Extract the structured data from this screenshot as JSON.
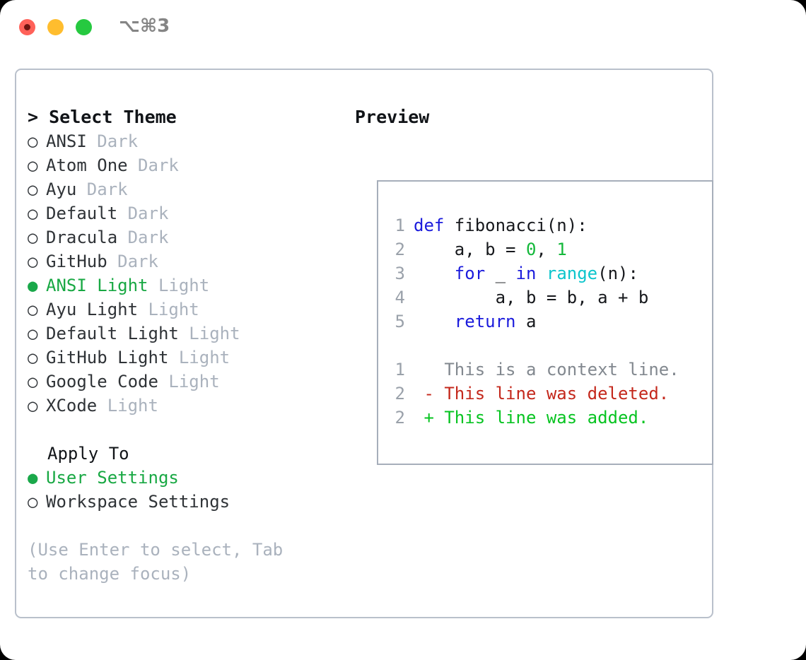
{
  "window": {
    "title": "⌥⌘3",
    "traffic_lights": [
      {
        "name": "close",
        "color": "#ff6159"
      },
      {
        "name": "minimize",
        "color": "#ffbd2e"
      },
      {
        "name": "zoom",
        "color": "#26c940"
      }
    ]
  },
  "theme_picker": {
    "header": "> Select Theme",
    "items": [
      {
        "marker": "○",
        "name": "ANSI",
        "suffix": "Dark",
        "selected": false
      },
      {
        "marker": "○",
        "name": "Atom One",
        "suffix": "Dark",
        "selected": false
      },
      {
        "marker": "○",
        "name": "Ayu",
        "suffix": "Dark",
        "selected": false
      },
      {
        "marker": "○",
        "name": "Default",
        "suffix": "Dark",
        "selected": false
      },
      {
        "marker": "○",
        "name": "Dracula",
        "suffix": "Dark",
        "selected": false
      },
      {
        "marker": "○",
        "name": "GitHub",
        "suffix": "Dark",
        "selected": false
      },
      {
        "marker": "●",
        "name": "ANSI Light",
        "suffix": "Light",
        "selected": true
      },
      {
        "marker": "○",
        "name": "Ayu Light",
        "suffix": "Light",
        "selected": false
      },
      {
        "marker": "○",
        "name": "Default Light",
        "suffix": "Light",
        "selected": false
      },
      {
        "marker": "○",
        "name": "GitHub Light",
        "suffix": "Light",
        "selected": false
      },
      {
        "marker": "○",
        "name": "Google Code",
        "suffix": "Light",
        "selected": false
      },
      {
        "marker": "○",
        "name": "XCode",
        "suffix": "Light",
        "selected": false
      }
    ]
  },
  "apply_to": {
    "label": "Apply To",
    "items": [
      {
        "marker": "●",
        "name": "User Settings",
        "selected": true
      },
      {
        "marker": "○",
        "name": "Workspace Settings",
        "selected": false
      }
    ]
  },
  "hint": "(Use Enter to select, Tab to change focus)",
  "preview": {
    "header": "Preview",
    "code_lines": [
      {
        "lineno": "1",
        "tokens": [
          {
            "text": "def ",
            "kind": "kw"
          },
          {
            "text": "fibonacci(n):",
            "kind": "txt"
          }
        ]
      },
      {
        "lineno": "2",
        "tokens": [
          {
            "text": "    a, b = ",
            "kind": "txt"
          },
          {
            "text": "0",
            "kind": "num"
          },
          {
            "text": ", ",
            "kind": "txt"
          },
          {
            "text": "1",
            "kind": "num"
          }
        ]
      },
      {
        "lineno": "3",
        "tokens": [
          {
            "text": "    ",
            "kind": "txt"
          },
          {
            "text": "for",
            "kind": "kw"
          },
          {
            "text": " _ ",
            "kind": "txt"
          },
          {
            "text": "in",
            "kind": "kw"
          },
          {
            "text": " ",
            "kind": "txt"
          },
          {
            "text": "range",
            "kind": "fn"
          },
          {
            "text": "(n):",
            "kind": "txt"
          }
        ]
      },
      {
        "lineno": "4",
        "tokens": [
          {
            "text": "        a, b = b, a + b",
            "kind": "txt"
          }
        ]
      },
      {
        "lineno": "5",
        "tokens": [
          {
            "text": "    ",
            "kind": "txt"
          },
          {
            "text": "return",
            "kind": "kw"
          },
          {
            "text": " a",
            "kind": "txt"
          }
        ]
      }
    ],
    "diff_lines": [
      {
        "lineno": "1",
        "tokens": [
          {
            "text": "   This is a context line.",
            "kind": "ctx"
          }
        ]
      },
      {
        "lineno": "2",
        "tokens": [
          {
            "text": " - This line was deleted.",
            "kind": "del"
          }
        ]
      },
      {
        "lineno": "2",
        "tokens": [
          {
            "text": " + This line was added.",
            "kind": "add"
          }
        ]
      }
    ]
  },
  "colors": {
    "accent_green": "#18a843",
    "keyword_blue": "#1b1bdc",
    "function_cyan": "#0cc5cc",
    "number_green": "#13b83a",
    "diff_delete_red": "#c4281c",
    "diff_add_green": "#07c421",
    "muted_gray": "#aab2bd",
    "text_dark": "#2f3337",
    "border_gray": "#b9c0cb"
  }
}
